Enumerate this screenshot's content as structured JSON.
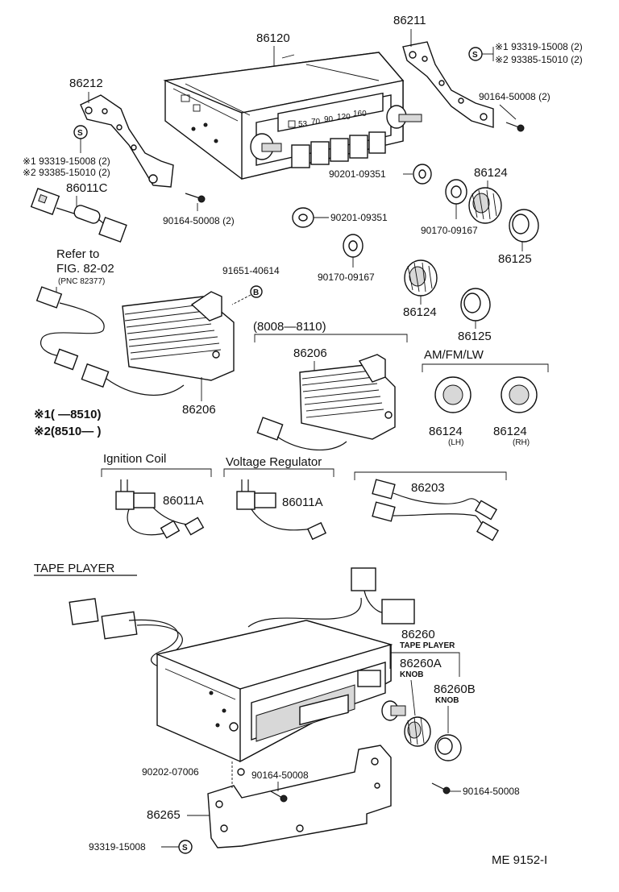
{
  "parts": {
    "radio": "86120",
    "bracket_r": "86211",
    "bracket_l": "86212",
    "conn_c": "86011C",
    "knob_a": "86124",
    "knob_b": "86125",
    "knob_c": "86124",
    "knob_d": "86125",
    "amp_1": "86206",
    "amp_2": "86206",
    "knob_lh": "86124",
    "knob_rh": "86124",
    "lh": "(LH)",
    "rh": "(RH)",
    "noise_a": "86011A",
    "noise_b": "86011A",
    "harness": "86203",
    "tape": "86260",
    "tape_sub": "TAPE PLAYER",
    "knob_260a": "86260A",
    "knob_260a_sub": "KNOB",
    "knob_260b": "86260B",
    "knob_260b_sub": "KNOB",
    "tape_bracket": "86265"
  },
  "fasteners": {
    "r1": "※1 93319-15008 (2)",
    "r2": "※2 93385-15010 (2)",
    "r3": "90164-50008 (2)",
    "l1": "※1 93319-15008 (2)",
    "l2": "※2 93385-15010 (2)",
    "l3": "90164-50008 (2)",
    "washer_a": "90201-09351",
    "washer_b": "90201-09351",
    "nut_a": "90170-09167",
    "nut_b": "90170-09167",
    "bolt": "91651-40614",
    "clip": "90202-07006",
    "screw_a": "90164-50008",
    "screw_b": "90164-50008",
    "screw_s": "93319-15008"
  },
  "notes": {
    "refer1": "Refer to",
    "refer2": "FIG. 82-02",
    "refer3": "(PNC 82377)",
    "range": "(8008—8110)",
    "band": "AM/FM/LW",
    "foot1": "※1(       —8510)",
    "foot2": "※2(8510—          )",
    "ignition": "Ignition Coil",
    "voltage": "Voltage Regulator",
    "section": "TAPE  PLAYER",
    "code": "ME  9152-I"
  },
  "dial": {
    "d1": "53",
    "d2": "70",
    "d3": "90",
    "d4": "120",
    "d5": "160"
  }
}
